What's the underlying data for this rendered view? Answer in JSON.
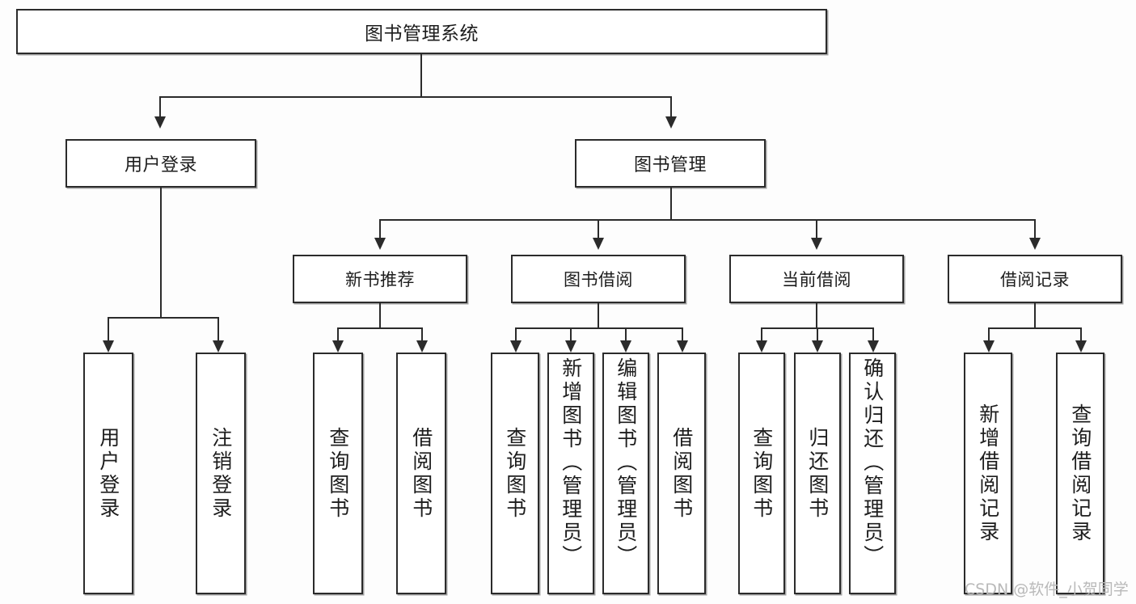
{
  "diagram": {
    "title": "图书管理系统",
    "type": "hierarchy-tree",
    "watermark": "CSDN @软件_小贺同学",
    "colors": {
      "border": "#2b2b2b",
      "box_fill": "#ffffff",
      "text": "#1d1d1d",
      "watermark": "#b9b9b9",
      "background": "#fdfdfd"
    },
    "nodes": {
      "root": {
        "label": "图书管理系统"
      },
      "level1": [
        {
          "label": "用户登录"
        },
        {
          "label": "图书管理"
        }
      ],
      "level2": [
        {
          "label": "新书推荐"
        },
        {
          "label": "图书借阅"
        },
        {
          "label": "当前借阅"
        },
        {
          "label": "借阅记录"
        }
      ],
      "leaves": {
        "user_login": [
          {
            "label": "用户登录"
          },
          {
            "label": "注销登录"
          }
        ],
        "new_book_recommend": [
          {
            "label": "查询图书"
          },
          {
            "label": "借阅图书"
          }
        ],
        "book_borrow": [
          {
            "label": "查询图书"
          },
          {
            "label": "新增图书（管理员）"
          },
          {
            "label": "编辑图书（管理员）"
          },
          {
            "label": "借阅图书"
          }
        ],
        "current_borrow": [
          {
            "label": "查询图书"
          },
          {
            "label": "归还图书"
          },
          {
            "label": "确认归还（管理员）"
          }
        ],
        "borrow_record": [
          {
            "label": "新增借阅记录"
          },
          {
            "label": "查询借阅记录"
          }
        ]
      }
    }
  }
}
